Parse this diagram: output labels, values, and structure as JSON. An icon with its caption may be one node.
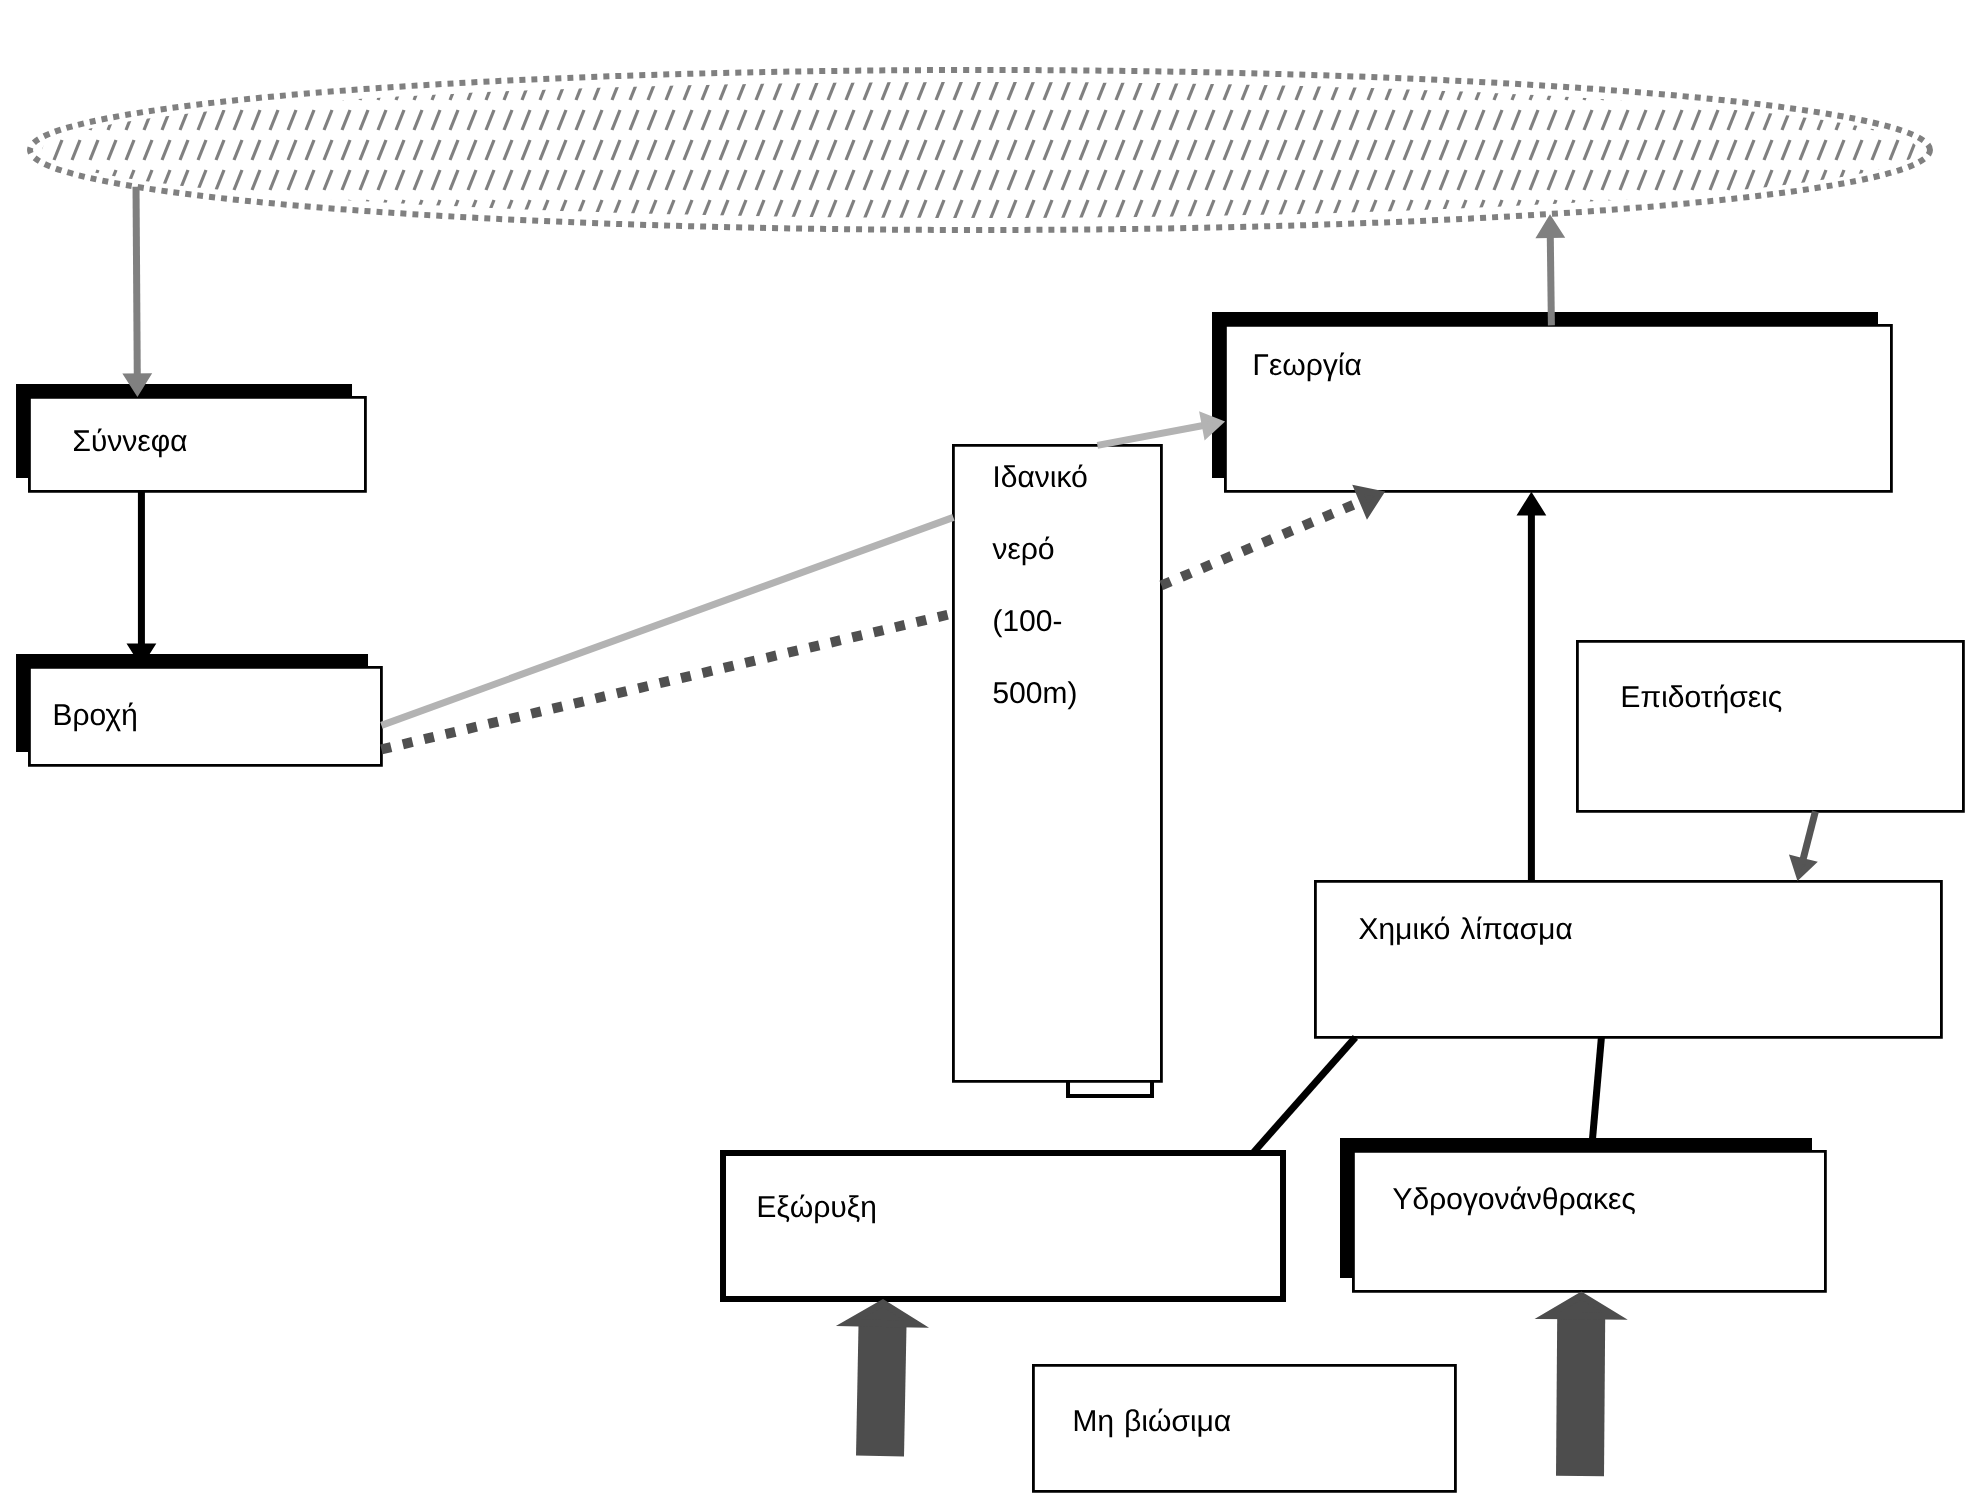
{
  "diagram": {
    "nodes": [
      {
        "text": [],
        "shape": "cloud"
      },
      {
        "text": [
          "Σύννεφα"
        ]
      },
      {
        "text": [
          "Βροχή"
        ]
      },
      {
        "text": [
          "Ιδανικό νερό (100-500m)"
        ]
      },
      {
        "text": [
          "Γεωργία"
        ]
      },
      {
        "text": [
          "Επιδοτήσεις"
        ]
      },
      {
        "text": [
          "Χημικό λίπασμα"
        ]
      },
      {
        "text": [
          "Εξώρυξη"
        ]
      },
      {
        "text": [
          "Υδρογονάνθρακες"
        ]
      },
      {
        "text": [
          "Μη βιώσιμα"
        ]
      }
    ],
    "edges": [
      {
        "from": 0,
        "to": 1,
        "arrow": "to",
        "color": "#808080"
      },
      {
        "from": 1,
        "to": 2,
        "arrow": "to"
      },
      {
        "from": 2,
        "to": 3,
        "arrow": "none",
        "color": "#b3b3b3"
      },
      {
        "from": 3,
        "to": 4,
        "arrow": "to",
        "color": "#b3b3b3"
      },
      {
        "from": 2,
        "to": 3,
        "arrow": "none",
        "style": "dashed",
        "color": "#505050"
      },
      {
        "from": 3,
        "to": 4,
        "arrow": "to",
        "style": "dashed",
        "color": "#505050"
      },
      {
        "from": 6,
        "to": 4,
        "arrow": "to"
      },
      {
        "from": 5,
        "to": 6,
        "arrow": "to",
        "color": "#555555"
      },
      {
        "from": 7,
        "to": 6,
        "arrow": "none"
      },
      {
        "from": 8,
        "to": 6,
        "arrow": "none"
      },
      {
        "from": 4,
        "to": 0,
        "arrow": "to",
        "color": "#808080"
      },
      {
        "from": null,
        "to": 7,
        "arrow": "to",
        "style": "thick",
        "color": "#4d4d4d"
      },
      {
        "from": null,
        "to": 8,
        "arrow": "to",
        "style": "thick",
        "color": "#4d4d4d"
      }
    ]
  }
}
